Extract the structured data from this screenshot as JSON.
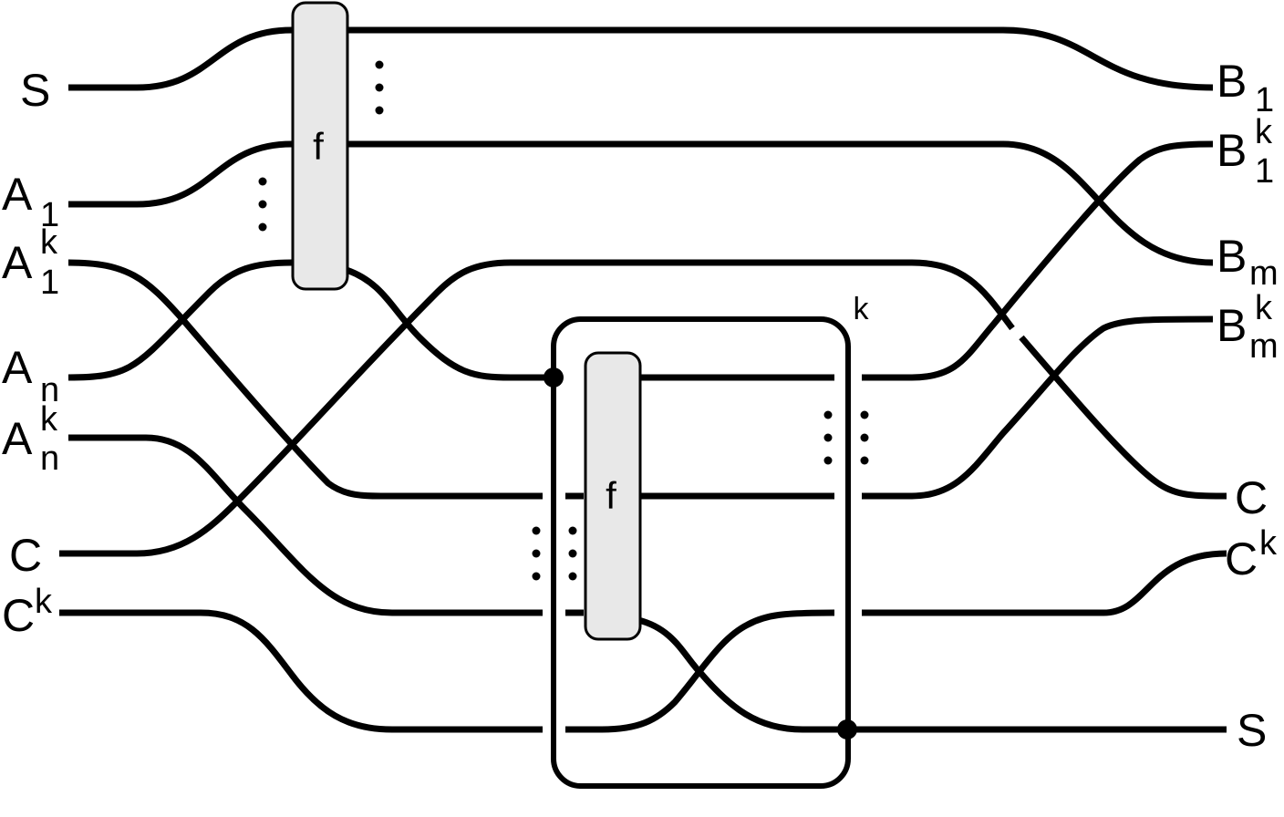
{
  "inputs": {
    "s": {
      "base": "S",
      "sub": "",
      "sup": ""
    },
    "a1": {
      "base": "A",
      "sub": "1",
      "sup": ""
    },
    "a1k": {
      "base": "A",
      "sub": "1",
      "sup": "k"
    },
    "an": {
      "base": "A",
      "sub": "n",
      "sup": ""
    },
    "ank": {
      "base": "A",
      "sub": "n",
      "sup": "k"
    },
    "c": {
      "base": "C",
      "sub": "",
      "sup": ""
    },
    "ck": {
      "base": "C",
      "sub": "",
      "sup": "k"
    }
  },
  "outputs": {
    "b1": {
      "base": "B",
      "sub": "1",
      "sup": ""
    },
    "b1k": {
      "base": "B",
      "sub": "1",
      "sup": "k"
    },
    "bm": {
      "base": "B",
      "sub": "m",
      "sup": ""
    },
    "bmk": {
      "base": "B",
      "sub": "m",
      "sup": "k"
    },
    "c": {
      "base": "C",
      "sub": "",
      "sup": ""
    },
    "ck": {
      "base": "C",
      "sub": "",
      "sup": "k"
    },
    "s": {
      "base": "S",
      "sub": "",
      "sup": ""
    }
  },
  "boxes": {
    "f_outer": "f",
    "f_inner": "f"
  },
  "frame_label": "k"
}
